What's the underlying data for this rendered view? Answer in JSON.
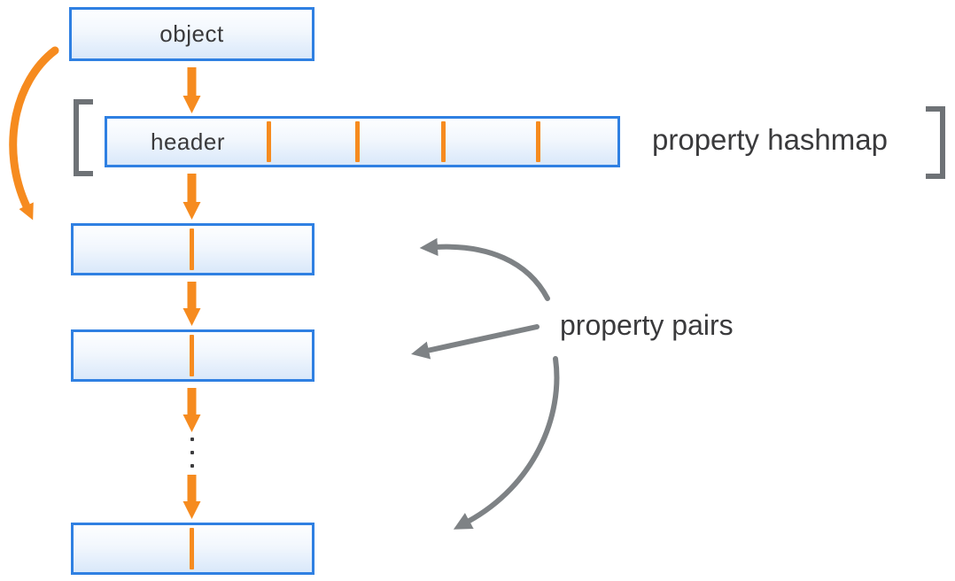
{
  "labels": {
    "object": "object",
    "header": "header",
    "hashmap_annotation": "property hashmap",
    "pairs_annotation": "property pairs"
  },
  "structure": {
    "header_slot_dividers": 4,
    "property_pair_boxes": 3,
    "ellipsis_dots": 3,
    "flow": "object -> property hashmap header -> chained property pair records"
  },
  "colors": {
    "accent_orange": "#F68B1F",
    "box_border_blue": "#2F80E2",
    "box_fill_top": "#FDFEFF",
    "box_fill_bottom": "#D9E8FA",
    "bracket_gray": "#6E7276",
    "arrow_gray": "#7E8285",
    "text": "#3A3A3C"
  }
}
